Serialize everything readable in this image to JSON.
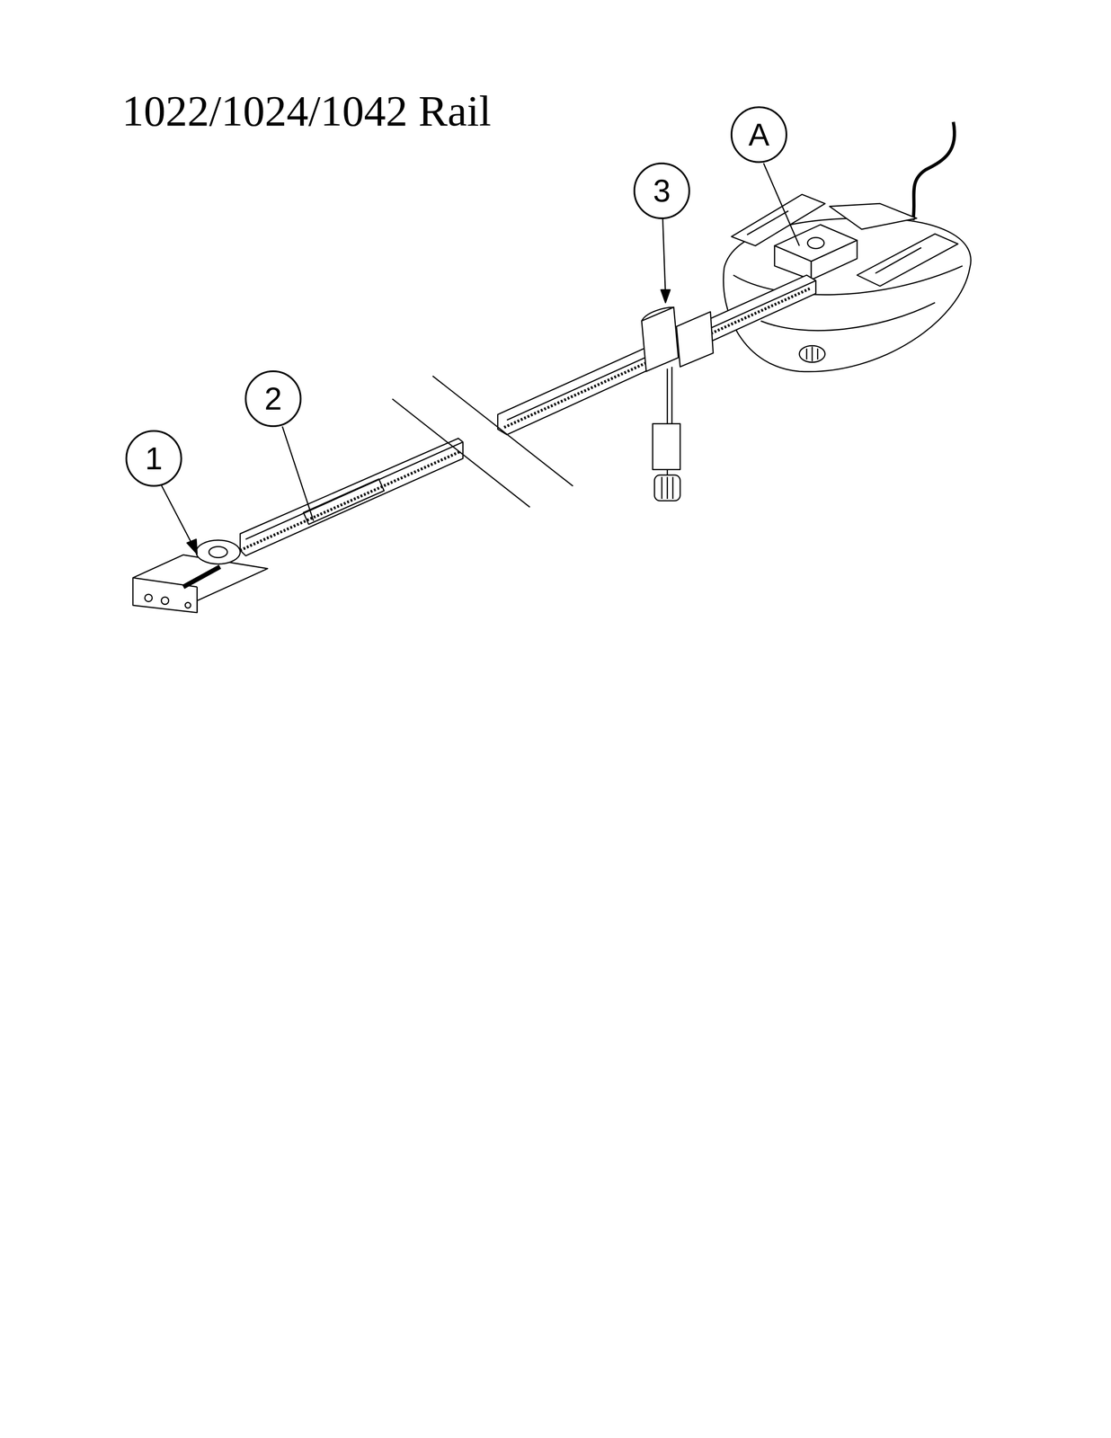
{
  "diagram": {
    "title": "1022/1024/1042 Rail",
    "nodes": [
      {
        "text": [
          "A"
        ]
      },
      {
        "text": [
          "3"
        ]
      },
      {
        "text": [
          "2"
        ]
      },
      {
        "text": [
          "1"
        ]
      }
    ]
  }
}
